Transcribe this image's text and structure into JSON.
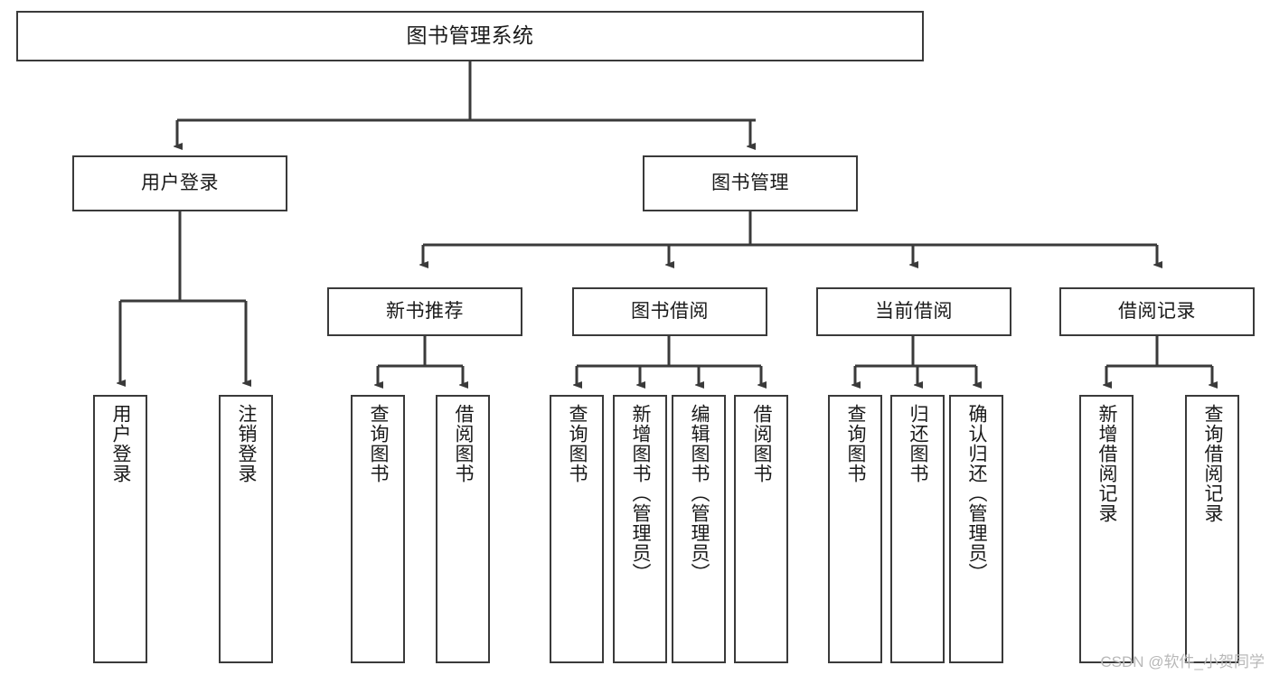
{
  "diagram": {
    "title": "图书管理系统",
    "watermark": "CSDN @软件_小贺同学",
    "colors": {
      "stroke": "#3a3a3a",
      "fill": "#ffffff",
      "text": "#1a1a1a",
      "watermark": "#b8b8b8"
    },
    "root": {
      "label": "图书管理系统"
    },
    "level2": [
      {
        "key": "user-login",
        "label": "用户登录"
      },
      {
        "key": "book-manage",
        "label": "图书管理"
      }
    ],
    "level3": [
      {
        "key": "new-book-recommend",
        "label": "新书推荐"
      },
      {
        "key": "book-borrow",
        "label": "图书借阅"
      },
      {
        "key": "current-borrow",
        "label": "当前借阅"
      },
      {
        "key": "borrow-record",
        "label": "借阅记录"
      }
    ],
    "leaves": {
      "user_login": [
        {
          "key": "leaf-user-login",
          "label": "用户登录"
        },
        {
          "key": "leaf-logout-login",
          "label": "注销登录"
        }
      ],
      "new_book_recommend": [
        {
          "key": "leaf-query-book-1",
          "label": "查询图书"
        },
        {
          "key": "leaf-borrow-book-1",
          "label": "借阅图书"
        }
      ],
      "book_borrow": [
        {
          "key": "leaf-query-book-2",
          "label": "查询图书"
        },
        {
          "key": "leaf-add-book",
          "label": "新增图书（管理员）"
        },
        {
          "key": "leaf-edit-book",
          "label": "编辑图书（管理员）"
        },
        {
          "key": "leaf-borrow-book-2",
          "label": "借阅图书"
        }
      ],
      "current_borrow": [
        {
          "key": "leaf-query-book-3",
          "label": "查询图书"
        },
        {
          "key": "leaf-return-book",
          "label": "归还图书"
        },
        {
          "key": "leaf-confirm-return",
          "label": "确认归还（管理员）"
        }
      ],
      "borrow_record": [
        {
          "key": "leaf-add-record",
          "label": "新增借阅记录"
        },
        {
          "key": "leaf-query-record",
          "label": "查询借阅记录"
        }
      ]
    }
  }
}
